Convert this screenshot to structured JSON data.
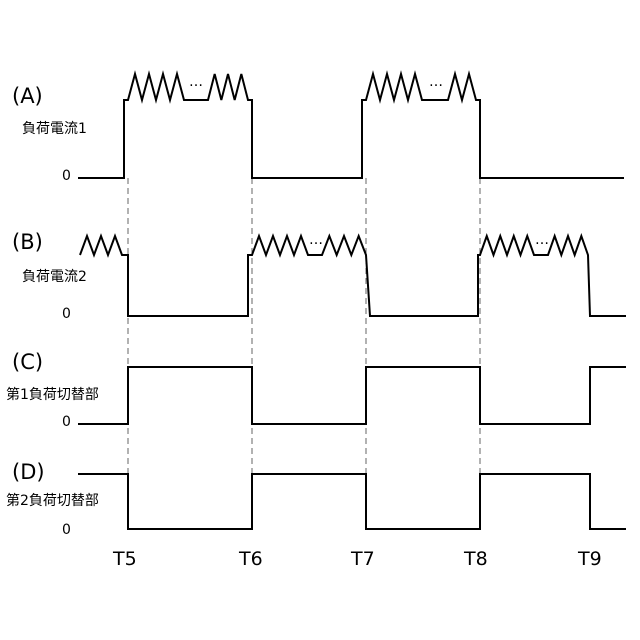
{
  "panels": [
    {
      "letter": "(A)",
      "name": "負荷電流1",
      "zero": "0"
    },
    {
      "letter": "(B)",
      "name": "負荷電流2",
      "zero": "0"
    },
    {
      "letter": "(C)",
      "name": "第1負荷切替部",
      "zero": "0"
    },
    {
      "letter": "(D)",
      "name": "第2負荷切替部",
      "zero": "0"
    }
  ],
  "time_labels": [
    "T5",
    "T6",
    "T7",
    "T8",
    "T9"
  ],
  "ellipsis": "…",
  "colors": {
    "ink": "#000000",
    "background": "#ffffff",
    "guide": "#666666"
  }
}
